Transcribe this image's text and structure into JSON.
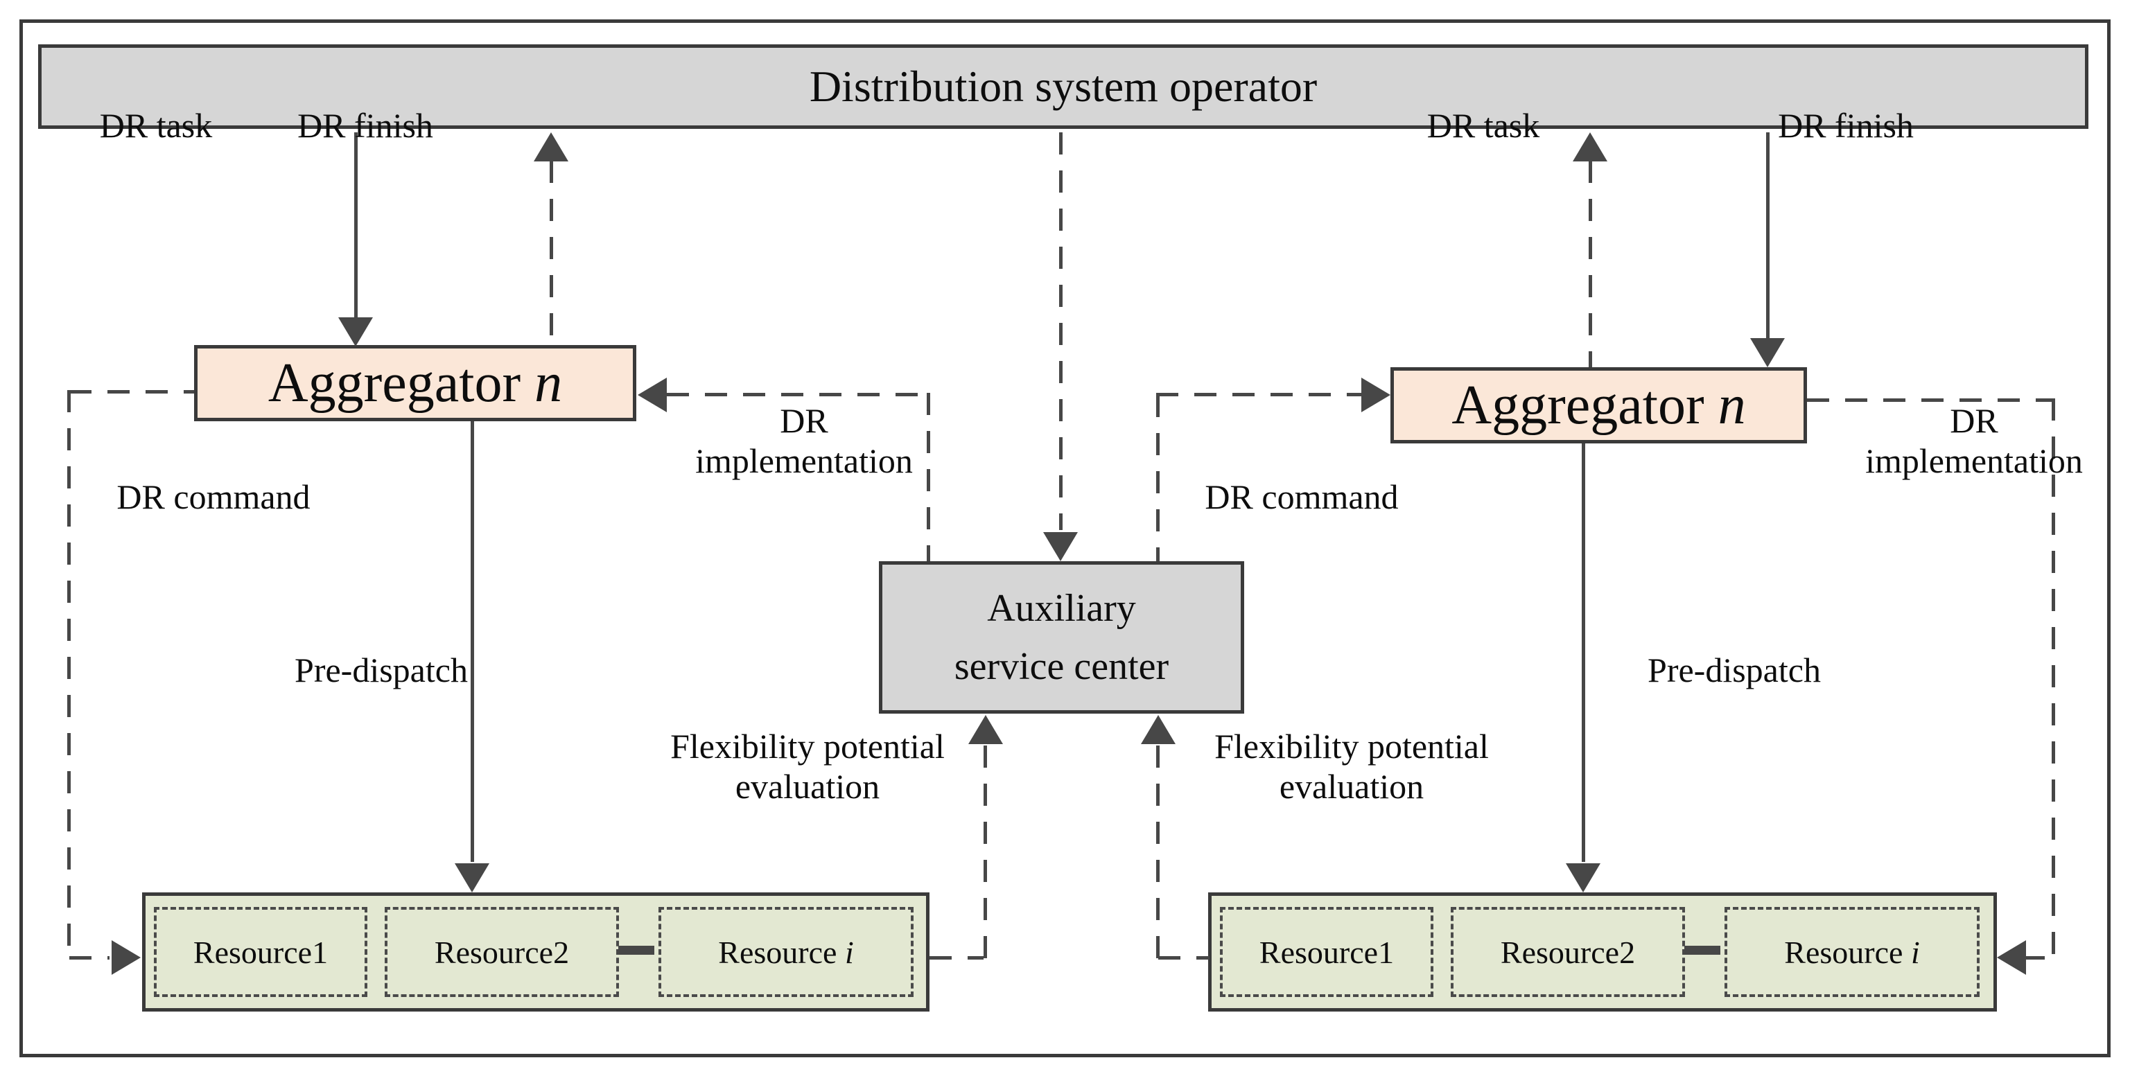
{
  "diagram": {
    "nodes": {
      "dso": {
        "label": "Distribution system operator"
      },
      "aggregator_left": {
        "label": "Aggregator",
        "var": "n"
      },
      "aggregator_right": {
        "label": "Aggregator",
        "var": "n"
      },
      "service_center": {
        "line1": "Auxiliary",
        "line2": "service center"
      },
      "resources_left": {
        "r1": "Resource1",
        "r2": "Resource2",
        "ri_label": "Resource",
        "ri_var": "i"
      },
      "resources_right": {
        "r1": "Resource1",
        "r2": "Resource2",
        "ri_label": "Resource",
        "ri_var": "i"
      }
    },
    "edge_labels": {
      "dr_task_left": "DR task",
      "dr_finish_left": "DR finish",
      "dr_task_right": "DR task",
      "dr_finish_right": "DR finish",
      "dr_command_left": "DR command",
      "dr_command_right": "DR command",
      "dr_implementation_left": {
        "line1": "DR",
        "line2": "implementation"
      },
      "dr_implementation_right": {
        "line1": "DR",
        "line2": "implementation"
      },
      "pre_dispatch_left": "Pre-dispatch",
      "pre_dispatch_right": "Pre-dispatch",
      "flexibility_left": {
        "line1": "Flexibility potential",
        "line2": "evaluation"
      },
      "flexibility_right": {
        "line1": "Flexibility potential",
        "line2": "evaluation"
      }
    },
    "colors": {
      "operator_fill": "#d6d6d6",
      "aggregator_fill": "#fbe7d8",
      "service_center_fill": "#d6d6d6",
      "resource_fill": "#e3e8d2",
      "line": "#474747",
      "border": "#3a3a3a",
      "text": "#0d0d0d"
    }
  }
}
